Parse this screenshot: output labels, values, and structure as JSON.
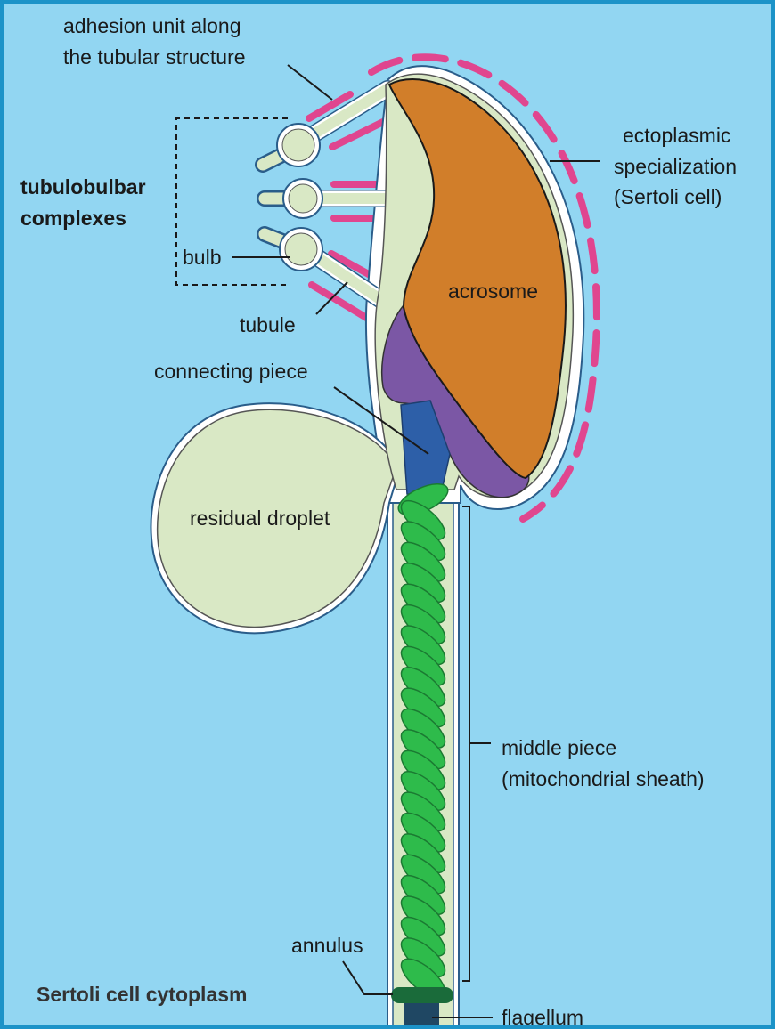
{
  "colors": {
    "background": "#92d6f2",
    "frame_border": "#1c93c8",
    "cytoplasm_fill": "#d9e8c5",
    "membrane_white": "#ffffff",
    "membrane_outline": "#2a5d8a",
    "acrosome": "#d17e2a",
    "postacrosomal": "#7b57a5",
    "connecting_piece": "#2d5fa8",
    "mitochondria": "#2ebb4b",
    "mitochondria_outline": "#1b7a32",
    "annulus": "#1a6b3a",
    "flagellum": "#1f4763",
    "ectoplasmic_dash": "#e0468f",
    "line": "#1a1a1a"
  },
  "labels": {
    "adhesion_line1": "adhesion unit along",
    "adhesion_line2": "the tubular structure",
    "tubulobulbar_line1": "tubulobulbar",
    "tubulobulbar_line2": "complexes",
    "bulb": "bulb",
    "tubule": "tubule",
    "acrosome": "acrosome",
    "ectoplasmic_line1": "ectoplasmic",
    "ectoplasmic_line2": "specialization",
    "ectoplasmic_line3": "(Sertoli cell)",
    "connecting_piece": "connecting piece",
    "residual_droplet": "residual droplet",
    "middle_piece_line1": "middle piece",
    "middle_piece_line2": "(mitochondrial sheath)",
    "annulus": "annulus",
    "sertoli_cytoplasm": "Sertoli cell cytoplasm",
    "flagellum": "flagellum"
  },
  "icons": {
    "mitochondrion": "ellipse",
    "bulb": "circle",
    "ectoplasmic_segment": "dash"
  }
}
